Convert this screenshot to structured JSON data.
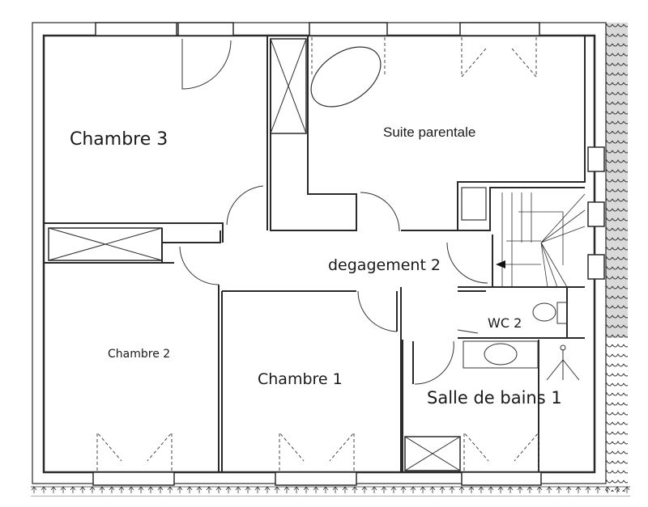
{
  "rooms": {
    "chambre3": "Chambre 3",
    "suite": "Suite parentale",
    "degagement": "degagement 2",
    "chambre2": "Chambre 2",
    "chambre1": "Chambre 1",
    "wc": "WC 2",
    "sdb": "Salle de bains 1"
  },
  "colors": {
    "wall": "#2a2a2a",
    "line": "#555555",
    "roof_tiles": "#d9d9d9"
  }
}
